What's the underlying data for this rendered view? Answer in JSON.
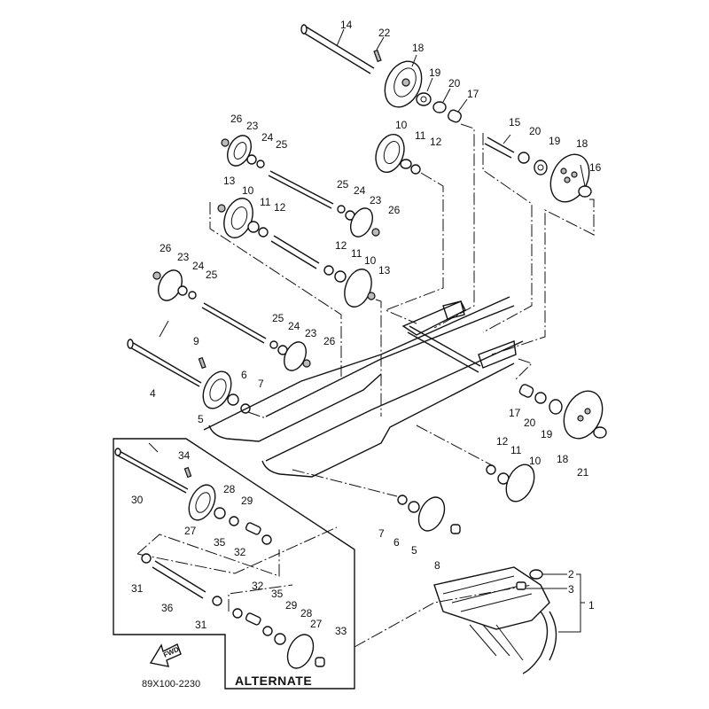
{
  "diagram": {
    "part_code": "89X100-2230",
    "alternate_label": "ALTERNATE",
    "fwd_label": "FWD",
    "callouts": [
      {
        "id": "c14",
        "text": "14"
      },
      {
        "id": "c22",
        "text": "22"
      },
      {
        "id": "c18a",
        "text": "18"
      },
      {
        "id": "c19a",
        "text": "19"
      },
      {
        "id": "c20a",
        "text": "20"
      },
      {
        "id": "c17a",
        "text": "17"
      },
      {
        "id": "c10a",
        "text": "10"
      },
      {
        "id": "c11a",
        "text": "11"
      },
      {
        "id": "c12a",
        "text": "12"
      },
      {
        "id": "c15",
        "text": "15"
      },
      {
        "id": "c20b",
        "text": "20"
      },
      {
        "id": "c19b",
        "text": "19"
      },
      {
        "id": "c18b",
        "text": "18"
      },
      {
        "id": "c16",
        "text": "16"
      },
      {
        "id": "c26a",
        "text": "26"
      },
      {
        "id": "c23a",
        "text": "23"
      },
      {
        "id": "c24a",
        "text": "24"
      },
      {
        "id": "c25a",
        "text": "25"
      },
      {
        "id": "c13a",
        "text": "13"
      },
      {
        "id": "c10b",
        "text": "10"
      },
      {
        "id": "c11b",
        "text": "11"
      },
      {
        "id": "c12b",
        "text": "12"
      },
      {
        "id": "c25b",
        "text": "25"
      },
      {
        "id": "c24b",
        "text": "24"
      },
      {
        "id": "c23b",
        "text": "23"
      },
      {
        "id": "c26b",
        "text": "26"
      },
      {
        "id": "c12c",
        "text": "12"
      },
      {
        "id": "c11c",
        "text": "11"
      },
      {
        "id": "c10c",
        "text": "10"
      },
      {
        "id": "c13b",
        "text": "13"
      },
      {
        "id": "c26c",
        "text": "26"
      },
      {
        "id": "c23c",
        "text": "23"
      },
      {
        "id": "c24c",
        "text": "24"
      },
      {
        "id": "c25c",
        "text": "25"
      },
      {
        "id": "c25d",
        "text": "25"
      },
      {
        "id": "c24d",
        "text": "24"
      },
      {
        "id": "c23d",
        "text": "23"
      },
      {
        "id": "c26d",
        "text": "26"
      },
      {
        "id": "c9",
        "text": "9"
      },
      {
        "id": "c4",
        "text": "4"
      },
      {
        "id": "c6a",
        "text": "6"
      },
      {
        "id": "c7a",
        "text": "7"
      },
      {
        "id": "c5a",
        "text": "5"
      },
      {
        "id": "c17b",
        "text": "17"
      },
      {
        "id": "c20c",
        "text": "20"
      },
      {
        "id": "c19c",
        "text": "19"
      },
      {
        "id": "c18c",
        "text": "18"
      },
      {
        "id": "c21",
        "text": "21"
      },
      {
        "id": "c12d",
        "text": "12"
      },
      {
        "id": "c11d",
        "text": "11"
      },
      {
        "id": "c10d",
        "text": "10"
      },
      {
        "id": "c7b",
        "text": "7"
      },
      {
        "id": "c6b",
        "text": "6"
      },
      {
        "id": "c5b",
        "text": "5"
      },
      {
        "id": "c8",
        "text": "8"
      },
      {
        "id": "c2",
        "text": "2"
      },
      {
        "id": "c3",
        "text": "3"
      },
      {
        "id": "c1",
        "text": "1"
      },
      {
        "id": "c34",
        "text": "34"
      },
      {
        "id": "c30",
        "text": "30"
      },
      {
        "id": "c28a",
        "text": "28"
      },
      {
        "id": "c29a",
        "text": "29"
      },
      {
        "id": "c27a",
        "text": "27"
      },
      {
        "id": "c35a",
        "text": "35"
      },
      {
        "id": "c32a",
        "text": "32"
      },
      {
        "id": "c31a",
        "text": "31"
      },
      {
        "id": "c36",
        "text": "36"
      },
      {
        "id": "c31b",
        "text": "31"
      },
      {
        "id": "c32b",
        "text": "32"
      },
      {
        "id": "c35b",
        "text": "35"
      },
      {
        "id": "c29b",
        "text": "29"
      },
      {
        "id": "c28b",
        "text": "28"
      },
      {
        "id": "c27b",
        "text": "27"
      },
      {
        "id": "c33",
        "text": "33"
      }
    ]
  }
}
